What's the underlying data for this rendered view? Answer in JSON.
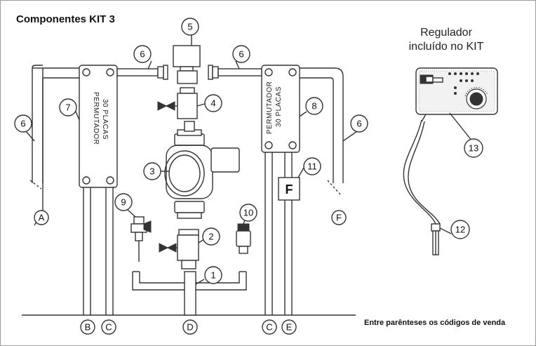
{
  "title": "Componentes  KIT 3",
  "regulator_title_line1": "Regulador",
  "regulator_title_line2": "incluído no KIT",
  "footnote": "Entre parênteses os códigos de venda",
  "plate_exchangers": {
    "left_line1": "PERMUTADOR",
    "left_line2": "30 PLACAS",
    "right_line1": "PERMUTADOR",
    "right_line2": "30 PLACAS"
  },
  "filter_label": "F",
  "callouts": [
    "1",
    "2",
    "3",
    "4",
    "5",
    "6",
    "6",
    "6",
    "6",
    "7",
    "8",
    "9",
    "10",
    "11",
    "12",
    "13"
  ],
  "connections": [
    "A",
    "B",
    "C",
    "D",
    "C",
    "E",
    "F"
  ]
}
